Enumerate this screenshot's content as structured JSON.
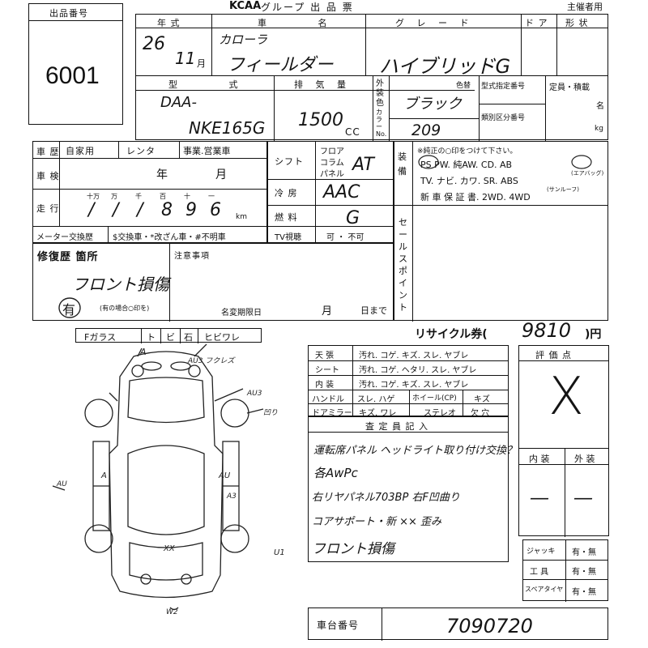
{
  "header": {
    "brand": "KCAA",
    "title": "グループ 出 品 票",
    "host": "主催者用"
  },
  "lot": {
    "label": "出品番号",
    "value": "6001"
  },
  "vehicle": {
    "year_label": "年 式",
    "year_era": "26",
    "year_month": "11",
    "month_unit": "月",
    "name_label": "車 名",
    "name_maker": "カローラ",
    "name_model": "フィールダー",
    "grade_label": "グ レ ー ド",
    "grade": "ハイブリッドG",
    "door_label": "ド ア",
    "shape_label": "形 状",
    "model_label": "型 式",
    "model_prefix": "DAA-",
    "model_code": "NKE165G",
    "disp_label": "排 気 量",
    "disp": "1500",
    "disp_unit": "CC",
    "color_label": "外装色",
    "color_code_label": "カラーNo.",
    "color_header": "色替",
    "color": "ブラック",
    "color_code": "209",
    "type_no_label": "型式指定番号",
    "class_no_label": "類別区分番号",
    "capacity_label": "定員・積載",
    "cap_unit1": "名",
    "cap_unit2": "kg"
  },
  "history": {
    "label": "車 歴",
    "opts": [
      "自家用",
      "レンタ",
      "事業.営業車"
    ]
  },
  "inspection": {
    "label": "車 検",
    "y": "年",
    "m": "月"
  },
  "mileage": {
    "label": "走 行",
    "units": [
      "十万",
      "万",
      "千",
      "百",
      "十",
      "一"
    ],
    "digits": [
      "/",
      "/",
      "/",
      "8",
      "9",
      "6"
    ],
    "unit": "km"
  },
  "meter": {
    "label": "メーター交換歴",
    "opts": "$交換車・*改ざん車・#不明車"
  },
  "shift": {
    "label": "シフト",
    "opts": [
      "フロア",
      "コラム",
      "パネル"
    ],
    "value": "AT"
  },
  "ac": {
    "label": "冷 房",
    "value": "AAC"
  },
  "fuel": {
    "label": "燃 料",
    "value": "G"
  },
  "tv": {
    "label": "TV視聴",
    "opts": "可 ・ 不可"
  },
  "equip": {
    "label": "装備",
    "note": "※純正の○印をつけて下さい。",
    "row1": "PS  PW. 純AW. CD. AB",
    "ab_note": "(エアバッグ)",
    "row2": "TV. ナビ. カワ. SR. ABS",
    "sr_note": "(サンルーフ)",
    "row3": "新 車 保 証 書.  2WD.  4WD"
  },
  "sales_point": {
    "label": "セールスポイント"
  },
  "repair": {
    "label": "修復歴 箇所",
    "value": "フロント損傷",
    "yes": "有",
    "yes_note": "(有の場合○印を)"
  },
  "notes": {
    "label": "注意事項",
    "change_label": "名変期限日",
    "m": "月",
    "d": "日まで"
  },
  "glass": {
    "labels": [
      "Fガラス",
      "ト",
      "ビ",
      "石",
      "ヒビワレ"
    ]
  },
  "recycle": {
    "label": "リサイクル券(",
    "value": "9810",
    "unit": ")円"
  },
  "condition": {
    "rows": [
      {
        "label": "天 張",
        "opts": "汚れ. コゲ. キズ. スレ. ヤブレ"
      },
      {
        "label": "シート",
        "opts": "汚れ. コゲ. ヘタリ. スレ. ヤブレ"
      },
      {
        "label": "内 装",
        "opts": "汚れ. コゲ. キズ. スレ. ヤブレ"
      }
    ],
    "handle": {
      "label": "ハンドル",
      "opts": "スレ. ハゲ",
      "wheel": "ホイール(CP)",
      "wheel_val": "キズ"
    },
    "mirror": {
      "label": "ドアミラー",
      "opts": "キズ. ワレ",
      "stereo": "ステレオ",
      "stereo_val": "欠 穴"
    }
  },
  "inspector": {
    "label": "査 定 員 記 入",
    "lines": [
      "運転席パネル ヘッドライト取り付け交換？",
      "各AwPc",
      "右リヤパネル703BP 右F凹曲り",
      "コアサポート・新 ×× 歪み",
      "フロント損傷"
    ]
  },
  "score": {
    "label": "評 価 点",
    "value": "X",
    "inner": "内 装",
    "outer": "外 装",
    "inner_val": "―",
    "outer_val": "―"
  },
  "tools": {
    "rows": [
      {
        "label": "ジャッキ",
        "v": "有・無"
      },
      {
        "label": "工 具",
        "v": "有・無"
      },
      {
        "label": "スペアタイヤ",
        "v": "有・無"
      }
    ]
  },
  "chassis": {
    "label": "車台番号",
    "value": "7090720"
  },
  "diagram_marks": [
    "A",
    "AU3 フクレズ",
    "AU3",
    "凹り",
    "A",
    "AU",
    "A3",
    "AU",
    "XX",
    "U1",
    "W2"
  ]
}
